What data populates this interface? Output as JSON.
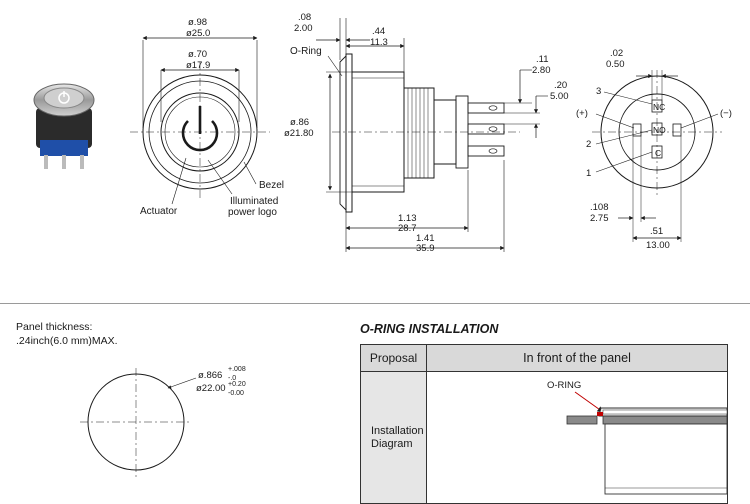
{
  "front_view": {
    "outer_dim_in": "ø.98",
    "outer_dim_mm": "ø25.0",
    "inner_dim_in": "ø.70",
    "inner_dim_mm": "ø17.9",
    "label_bezel": "Bezel",
    "label_actuator": "Actuator",
    "label_logo_line1": "Illuminated",
    "label_logo_line2": "power logo"
  },
  "side_view": {
    "flange_in": ".08",
    "flange_mm": "2.00",
    "oring_label": "O-Ring",
    "depth_in": ".44",
    "depth_mm": "11.3",
    "body_dia_in": "ø.86",
    "body_dia_mm": "ø21.80",
    "len1_in": "1.13",
    "len1_mm": "28.7",
    "len2_in": "1.41",
    "len2_mm": "35.9",
    "term_gap_in": ".11",
    "term_gap_mm": "2.80",
    "term_w_in": ".20",
    "term_w_mm": "5.00"
  },
  "rear_view": {
    "top_in": ".02",
    "top_mm": "0.50",
    "pin_3": "3",
    "pin_plus": "(+)",
    "pin_2": "2",
    "pin_1": "1",
    "pin_minus": "(−)",
    "nc": "NC",
    "no": "NO",
    "c": "C",
    "bot1_in": ".108",
    "bot1_mm": "2.75",
    "bot2_in": ".51",
    "bot2_mm": "13.00"
  },
  "panel": {
    "line1": "Panel thickness:",
    "line2": ".24inch(6.0 mm)MAX.",
    "cut_in": "ø.866",
    "cut_in_tol_plus": "+.008",
    "cut_in_tol_minus": "-.0",
    "cut_mm": "ø22.00",
    "cut_mm_tol_plus": "+0.20",
    "cut_mm_tol_minus": "-0.00"
  },
  "oring_installation": {
    "title": "O-RING INSTALLATION",
    "col1_header": "Proposal",
    "col2_header": "In front of the panel",
    "row_label_line1": "Installation",
    "row_label_line2": "Diagram",
    "oring_callout": "O-RING"
  }
}
